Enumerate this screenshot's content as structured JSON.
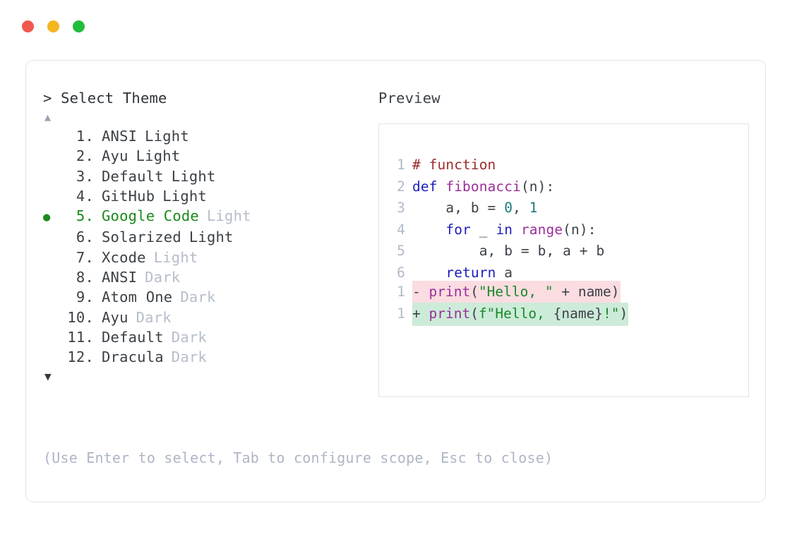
{
  "window": {
    "traffic_lights": [
      {
        "name": "close",
        "color": "#f1584f"
      },
      {
        "name": "minimize",
        "color": "#f5b521"
      },
      {
        "name": "maximize",
        "color": "#23bc3c"
      }
    ]
  },
  "prompt": {
    "caret": ">",
    "title": "Select Theme"
  },
  "scroll": {
    "up_glyph": "▲",
    "down_glyph": "▼"
  },
  "themes": {
    "selected_index": 5,
    "selected_marker": "●",
    "items": [
      {
        "index": "1.",
        "name": "ANSI",
        "variant": "Light",
        "variant_muted": false,
        "selected": false
      },
      {
        "index": "2.",
        "name": "Ayu",
        "variant": "Light",
        "variant_muted": false,
        "selected": false
      },
      {
        "index": "3.",
        "name": "Default",
        "variant": "Light",
        "variant_muted": false,
        "selected": false
      },
      {
        "index": "4.",
        "name": "GitHub",
        "variant": "Light",
        "variant_muted": false,
        "selected": false
      },
      {
        "index": "5.",
        "name": "Google Code",
        "variant": "Light",
        "variant_muted": true,
        "selected": true
      },
      {
        "index": "6.",
        "name": "Solarized",
        "variant": "Light",
        "variant_muted": false,
        "selected": false
      },
      {
        "index": "7.",
        "name": "Xcode",
        "variant": "Light",
        "variant_muted": true,
        "selected": false
      },
      {
        "index": "8.",
        "name": "ANSI",
        "variant": "Dark",
        "variant_muted": true,
        "selected": false
      },
      {
        "index": "9.",
        "name": "Atom One",
        "variant": "Dark",
        "variant_muted": true,
        "selected": false
      },
      {
        "index": "10.",
        "name": "Ayu",
        "variant": "Dark",
        "variant_muted": true,
        "selected": false
      },
      {
        "index": "11.",
        "name": "Default",
        "variant": "Dark",
        "variant_muted": true,
        "selected": false
      },
      {
        "index": "12.",
        "name": "Dracula",
        "variant": "Dark",
        "variant_muted": true,
        "selected": false
      }
    ]
  },
  "preview": {
    "label": "Preview",
    "code_lines": [
      {
        "n": "1",
        "tokens": [
          {
            "t": "# function",
            "c": "tk-comment"
          }
        ]
      },
      {
        "n": "2",
        "tokens": [
          {
            "t": "def ",
            "c": "tk-keyword"
          },
          {
            "t": "fibonacci",
            "c": "tk-func"
          },
          {
            "t": "(n):",
            "c": "tk-punct"
          }
        ]
      },
      {
        "n": "3",
        "tokens": [
          {
            "t": "    a, b = ",
            "c": "tk-plain"
          },
          {
            "t": "0",
            "c": "tk-num"
          },
          {
            "t": ", ",
            "c": "tk-plain"
          },
          {
            "t": "1",
            "c": "tk-num"
          }
        ]
      },
      {
        "n": "4",
        "tokens": [
          {
            "t": "    ",
            "c": "tk-plain"
          },
          {
            "t": "for",
            "c": "tk-keyword"
          },
          {
            "t": " _ ",
            "c": "tk-plain"
          },
          {
            "t": "in",
            "c": "tk-keyword"
          },
          {
            "t": " ",
            "c": "tk-plain"
          },
          {
            "t": "range",
            "c": "tk-func"
          },
          {
            "t": "(n):",
            "c": "tk-punct"
          }
        ]
      },
      {
        "n": "5",
        "tokens": [
          {
            "t": "        a, b = b, a + b",
            "c": "tk-plain"
          }
        ]
      },
      {
        "n": "6",
        "tokens": [
          {
            "t": "    ",
            "c": "tk-plain"
          },
          {
            "t": "return",
            "c": "tk-keyword"
          },
          {
            "t": " a",
            "c": "tk-plain"
          }
        ]
      }
    ],
    "diff_lines": [
      {
        "n": "1",
        "sign": "-",
        "kind": "del",
        "tokens": [
          {
            "t": "print",
            "c": "tk-func"
          },
          {
            "t": "(",
            "c": "tk-punct"
          },
          {
            "t": "\"Hello, \"",
            "c": "tk-string"
          },
          {
            "t": " + name)",
            "c": "tk-plain"
          }
        ]
      },
      {
        "n": "1",
        "sign": "+",
        "kind": "add",
        "tokens": [
          {
            "t": "print",
            "c": "tk-func"
          },
          {
            "t": "(",
            "c": "tk-punct"
          },
          {
            "t": "f\"Hello, ",
            "c": "tk-string"
          },
          {
            "t": "{name}",
            "c": "tk-plain"
          },
          {
            "t": "!\"",
            "c": "tk-string"
          },
          {
            "t": ")",
            "c": "tk-punct"
          }
        ]
      }
    ]
  },
  "hint": "(Use Enter to select, Tab to configure scope, Esc to close)"
}
